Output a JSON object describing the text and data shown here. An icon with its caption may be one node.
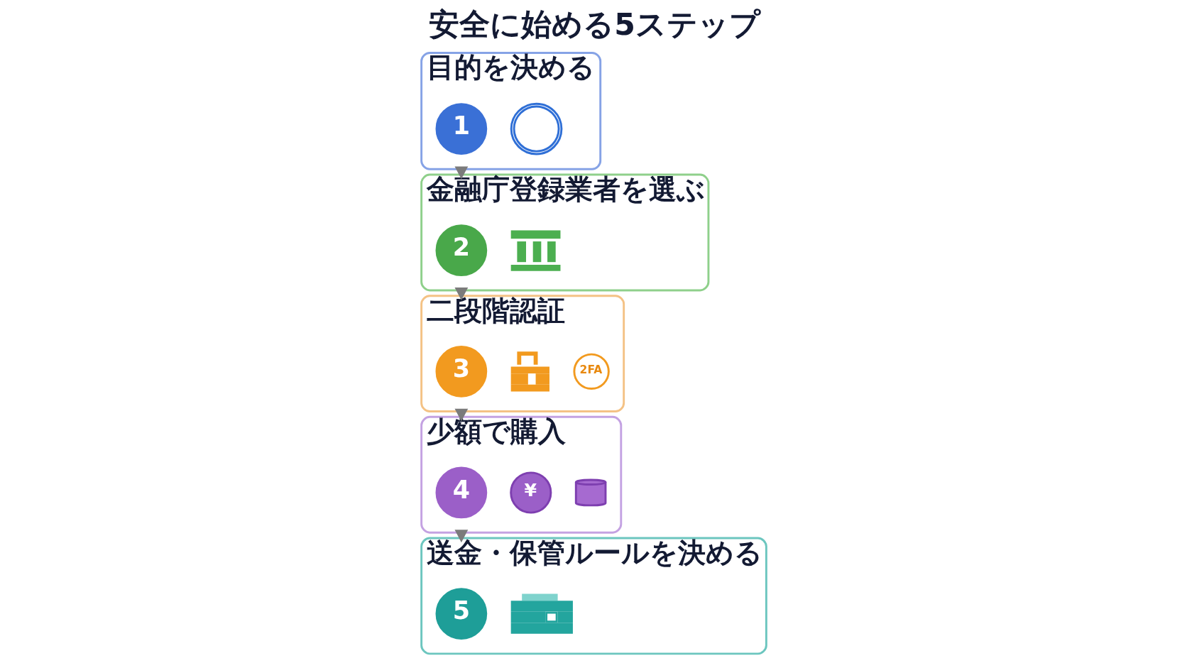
{
  "diagram": {
    "title": "安全に始める5ステップ",
    "nodes": [
      {
        "text": [
          "目的を決める"
        ]
      },
      {
        "text": [
          "1"
        ],
        "in": 0
      },
      {
        "text": [],
        "shape": "picture",
        "in": 0
      },
      {
        "text": [
          "金融庁登録業者を選ぶ"
        ]
      },
      {
        "text": [
          "2"
        ],
        "in": 3
      },
      {
        "text": [],
        "shape": "picture",
        "in": 3
      },
      {
        "text": [
          "二段階認証"
        ]
      },
      {
        "text": [
          "3"
        ],
        "in": 6
      },
      {
        "text": [],
        "shape": "picture",
        "in": 6
      },
      {
        "text": [
          "2FA"
        ],
        "in": 6
      },
      {
        "text": [
          "少額で購入"
        ]
      },
      {
        "text": [
          "4"
        ],
        "in": 10
      },
      {
        "text": [
          "¥"
        ],
        "in": 10
      },
      {
        "text": [],
        "shape": "picture",
        "in": 10
      },
      {
        "text": [
          "送金・保管ルールを決める"
        ]
      },
      {
        "text": [
          "5"
        ],
        "in": 14
      },
      {
        "text": [],
        "shape": "picture",
        "in": 14
      }
    ],
    "edges": [
      {
        "from": 0,
        "to": 3,
        "arrow": "to"
      },
      {
        "from": 3,
        "to": 6,
        "arrow": "to"
      },
      {
        "from": 6,
        "to": 10,
        "arrow": "to"
      },
      {
        "from": 10,
        "to": 14,
        "arrow": "to"
      }
    ]
  }
}
